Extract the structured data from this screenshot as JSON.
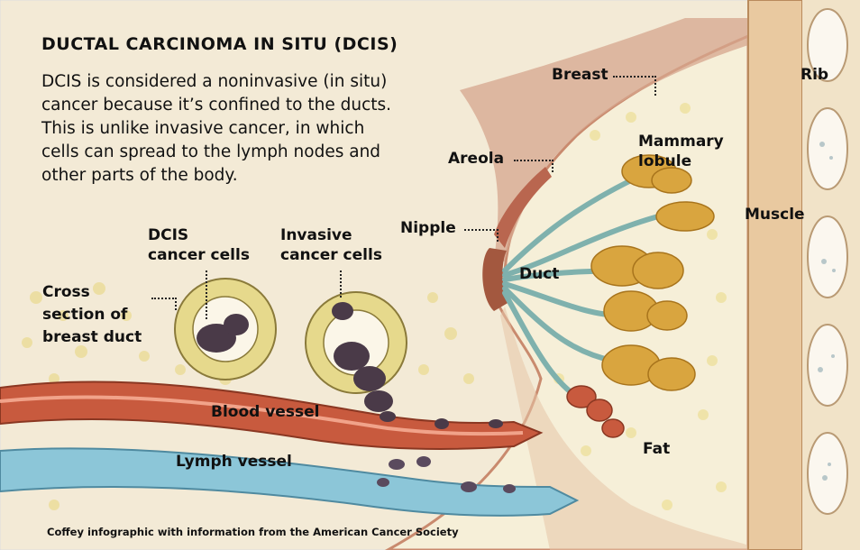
{
  "title": "DUCTAL CARCINOMA IN SITU (DCIS)",
  "description": "DCIS is considered a noninvasive (in situ)\ncancer because it’s confined to the ducts.\nThis is unlike invasive cancer, in which\ncells can spread to the lymph nodes and\nother parts of the body.",
  "labels": {
    "breast": "Breast",
    "rib": "Rib",
    "mammary_lobule": "Mammary\nlobule",
    "areola": "Areola",
    "muscle": "Muscle",
    "nipple": "Nipple",
    "duct": "Duct",
    "dcis_cells": "DCIS\ncancer cells",
    "invasive_cells": "Invasive\ncancer cells",
    "cross_section": "Cross\nsection of\nbreast duct",
    "blood_vessel": "Blood vessel",
    "lymph_vessel": "Lymph vessel",
    "fat": "Fat"
  },
  "credit": "Coffey infographic with information from the American Cancer Society",
  "colors": {
    "background": "#f4ecd9",
    "skin": "#d9a98e",
    "lobule": "#d9a53f",
    "blood_vessel": "#c85a3e",
    "lymph_vessel": "#8cc6d8",
    "cancer_cell": "#4a3a48",
    "muscle": "#e9c9a0"
  }
}
